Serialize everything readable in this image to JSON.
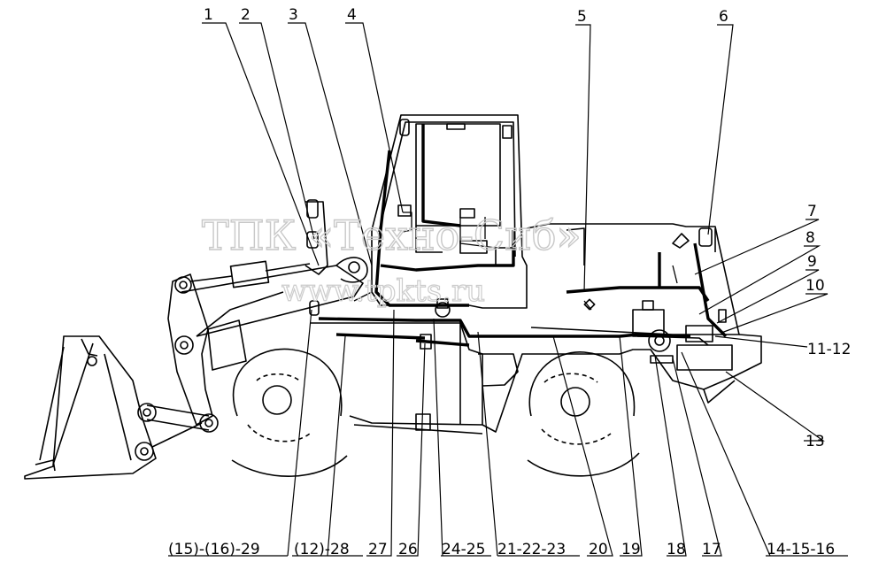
{
  "watermark": {
    "line1": "ТПК «Техно-Сиб»",
    "line2": "www.tpkts.ru"
  },
  "labels": {
    "l1": "1",
    "l2": "2",
    "l3": "3",
    "l4": "4",
    "l5": "5",
    "l6": "6",
    "l7": "7",
    "l8": "8",
    "l9": "9",
    "l10": "10",
    "l11_12": "11-12",
    "l13": "13",
    "l14_15_16": "14-15-16",
    "l17": "17",
    "l18": "18",
    "l19": "19",
    "l20": "20",
    "l21_22_23": "21-22-23",
    "l24_25": "24-25",
    "l26": "26",
    "l27": "27",
    "l12_28": "(12)-28",
    "l15_16_29": "(15)-(16)-29"
  },
  "colors": {
    "line": "#000000",
    "watermark": "#c8c8c8"
  }
}
